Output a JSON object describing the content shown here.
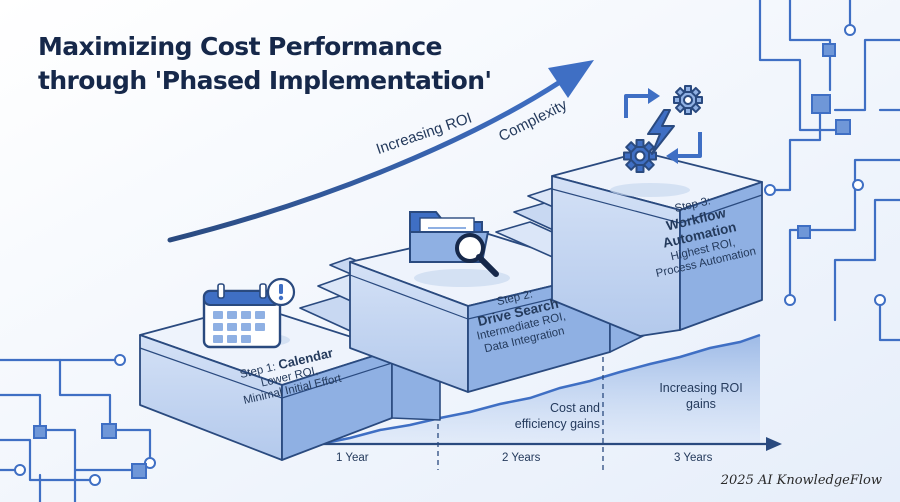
{
  "title": {
    "line1": "Maximizing Cost Performance",
    "line2": "through 'Phased Implementation'"
  },
  "trend_arrow": {
    "label_left": "Increasing ROI",
    "label_right": "Complexity"
  },
  "steps": [
    {
      "step_label": "Step 1:",
      "name": "Calendar",
      "desc_line1": "Lower ROI,",
      "desc_line2": "Minimal Initial Effort",
      "icon": "calendar-alert-icon"
    },
    {
      "step_label": "Step 2:",
      "name": "Drive Search",
      "desc_line1": "Intermediate ROI,",
      "desc_line2": "Data Integration",
      "icon": "folder-search-icon"
    },
    {
      "step_label": "Step 3:",
      "name_line1": "Workflow",
      "name_line2": "Automation",
      "desc_line1": "Highest ROI,",
      "desc_line2": "Process Automation",
      "icon": "gears-automation-icon"
    }
  ],
  "timeline": {
    "ticks": [
      "1 Year",
      "2 Years",
      "3 Years"
    ],
    "gain_label_1_line1": "Cost and",
    "gain_label_1_line2": "efficiency gains",
    "gain_label_2_line1": "Increasing ROI",
    "gain_label_2_line2": "gains"
  },
  "colors": {
    "title": "#16284a",
    "accent": "#3f6fc4",
    "block_top": "#eef3fc",
    "block_front": "#c8d8f2",
    "block_side": "#8fb0e3",
    "outline": "#2a4a7f"
  },
  "watermark": "2025 AI KnowledgeFlow"
}
